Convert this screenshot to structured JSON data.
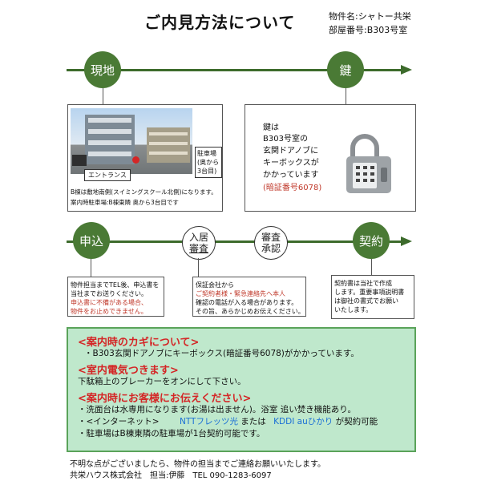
{
  "header": {
    "title": "ご内見方法について",
    "property_name": "物件名:シャトー共栄",
    "room_number": "部屋番号:B303号室"
  },
  "steps": {
    "genchi": "現地",
    "kagi": "鍵",
    "moushikomi": "申込",
    "nyukyo_line1": "入居",
    "nyukyo_line2": "審査",
    "shinsa_line1": "審査",
    "shinsa_line2": "承認",
    "keiyaku": "契約"
  },
  "genchi_box": {
    "parking_label": "駐車場\n(奥から\n3台目)",
    "entrance_label": "エントランス",
    "desc_line1": "B棟は敷地南側(スイミングスクール北側)になります。",
    "desc_line2": "案内時駐車場:B棟東隣 奥から3台目です"
  },
  "kagi_box": {
    "line1": "鍵は",
    "line2": "B303号室の",
    "line3": "玄関ドアノブに",
    "line4": "キーボックスが",
    "line5": "かかっています",
    "code": "(暗証番号6078)"
  },
  "moushikomi_box": {
    "line1": "物件担当までTEL後、申込書を",
    "line2": "当社までお送りください。",
    "line3": "申込書に不備がある場合、",
    "line4": "物件をお止めできません。"
  },
  "shinsa_box": {
    "line1": "保証会社から",
    "line2": "ご契約者様・緊急連絡先へ本人",
    "line3": "確認の電話が入る場合があります。",
    "line4": "その旨、あらかじめお伝えください。"
  },
  "keiyaku_box": {
    "line1": "契約書は当社で作成",
    "line2": "します。重要事項説明書",
    "line3": "は御社の書式でお願い",
    "line4": "いたします。"
  },
  "notes": {
    "h1": "<案内時のカギについて>",
    "t1": "・B303玄関ドアノブにキーボックス(暗証番号6078)がかかっています。",
    "h2": "<室内電気つきます>",
    "t2": "下駄箱上のブレーカーをオンにして下さい。",
    "h3": "<案内時にお客様にお伝えください>",
    "t3": "・洗面台は水専用になります(お湯は出ません)。浴室 追い焚き機能あり。",
    "t4a": "・<インターネット>",
    "t4b": "NTTフレッツ光",
    "t4c": "または",
    "t4d": "KDDI auひかり",
    "t4e": "が契約可能",
    "t5": "・駐車場はB棟東隣の駐車場が1台契約可能です。"
  },
  "footer": {
    "line1": "不明な点がございましたら、物件の担当までご連絡お願いいたします。",
    "line2": "共栄ハウス株式会社　担当:伊藤　TEL 090-1283-6097"
  },
  "colors": {
    "accent_green": "#4a7a35",
    "note_bg": "#bfe8cc",
    "note_border": "#5aa35a",
    "heading_red": "#d42626",
    "internet_blue": "#1a6fd6"
  }
}
